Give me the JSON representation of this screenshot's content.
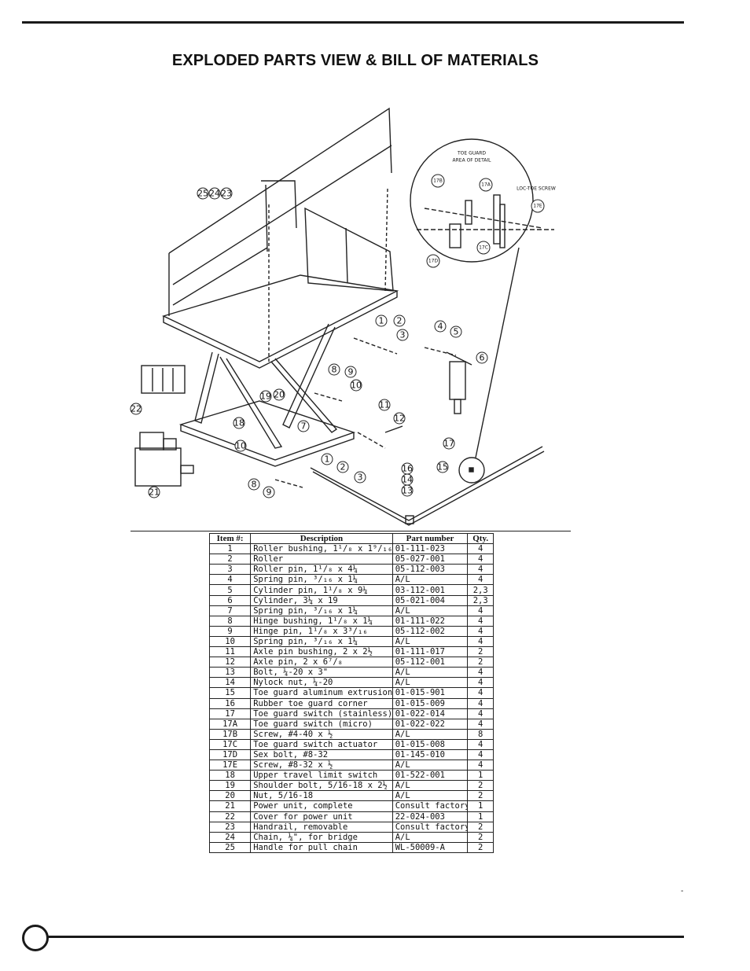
{
  "page": {
    "title": "EXPLODED PARTS VIEW & BILL OF MATERIALS",
    "footer_mark": "-"
  },
  "diagram": {
    "detail_title_line1": "TOE GUARD",
    "detail_title_line2": "AREA OF DETAIL",
    "detail_side_label": "LOC-TOE SCREW",
    "callouts": [
      "1",
      "2",
      "3",
      "4",
      "5",
      "6",
      "7",
      "8",
      "9",
      "10",
      "11",
      "12",
      "13",
      "14",
      "15",
      "16",
      "17",
      "18",
      "19",
      "20",
      "21",
      "22",
      "25",
      "24",
      "23",
      "17A",
      "17B",
      "17C",
      "17D",
      "17E"
    ]
  },
  "table": {
    "headers": {
      "item": "Item #:",
      "description": "Description",
      "part": "Part number",
      "qty": "Qty."
    },
    "rows": [
      {
        "item": "1",
        "description": "Roller bushing, 1¹/₈ x 1⁹/₁₆",
        "part": "01-111-023",
        "qty": "4"
      },
      {
        "item": "2",
        "description": "Roller",
        "part": "05-027-001",
        "qty": "4"
      },
      {
        "item": "3",
        "description": "Roller pin, 1¹/₈ x 4¼",
        "part": "05-112-003",
        "qty": "4"
      },
      {
        "item": "4",
        "description": "Spring pin, ³/₁₆ x 1¼",
        "part": "A/L",
        "qty": "4"
      },
      {
        "item": "5",
        "description": "Cylinder pin, 1¹/₈ x 9¼",
        "part": "03-112-001",
        "qty": "2,3"
      },
      {
        "item": "6",
        "description": "Cylinder, 3¼ x 19",
        "part": "05-021-004",
        "qty": "2,3"
      },
      {
        "item": "7",
        "description": "Spring pin, ³/₁₆ x 1¼",
        "part": "A/L",
        "qty": "4"
      },
      {
        "item": "8",
        "description": "Hinge bushing, 1¹/₈ x 1¼",
        "part": "01-111-022",
        "qty": "4"
      },
      {
        "item": "9",
        "description": "Hinge pin, 1¹/₈ x 3³/₁₆",
        "part": "05-112-002",
        "qty": "4"
      },
      {
        "item": "10",
        "description": "Spring pin, ³/₁₆ x 1¼",
        "part": "A/L",
        "qty": "4"
      },
      {
        "item": "11",
        "description": "Axle pin bushing, 2 x 2½",
        "part": "01-111-017",
        "qty": "2"
      },
      {
        "item": "12",
        "description": "Axle pin, 2 x 6⁷/₈",
        "part": "05-112-001",
        "qty": "2"
      },
      {
        "item": "13",
        "description": "Bolt, ¼-20 x 3\"",
        "part": "A/L",
        "qty": "4"
      },
      {
        "item": "14",
        "description": "Nylock nut, ¼-20",
        "part": "A/L",
        "qty": "4"
      },
      {
        "item": "15",
        "description": "Toe guard aluminum extrusion",
        "part": "01-015-901",
        "qty": "4"
      },
      {
        "item": "16",
        "description": "Rubber toe guard corner",
        "part": "01-015-009",
        "qty": "4"
      },
      {
        "item": "17",
        "description": "Toe guard switch (stainless)",
        "part": "01-022-014",
        "qty": "4"
      },
      {
        "item": "17A",
        "description": "Toe guard switch (micro)",
        "part": "01-022-022",
        "qty": "4"
      },
      {
        "item": "17B",
        "description": "Screw, #4-40 x ½",
        "part": "A/L",
        "qty": "8"
      },
      {
        "item": "17C",
        "description": "Toe guard switch actuator",
        "part": "01-015-008",
        "qty": "4"
      },
      {
        "item": "17D",
        "description": "Sex bolt, #8-32",
        "part": "01-145-010",
        "qty": "4"
      },
      {
        "item": "17E",
        "description": "Screw, #8-32 x ½",
        "part": "A/L",
        "qty": "4"
      },
      {
        "item": "18",
        "description": "Upper travel limit switch",
        "part": "01-522-001",
        "qty": "1"
      },
      {
        "item": "19",
        "description": "Shoulder bolt, 5/16-18 x 2½",
        "part": "A/L",
        "qty": "2"
      },
      {
        "item": "20",
        "description": "Nut, 5/16-18",
        "part": "A/L",
        "qty": "2"
      },
      {
        "item": "21",
        "description": "Power unit, complete",
        "part": "Consult factory",
        "qty": "1"
      },
      {
        "item": "22",
        "description": "Cover for power unit",
        "part": "22-024-003",
        "qty": "1"
      },
      {
        "item": "23",
        "description": "Handrail, removable",
        "part": "Consult factory",
        "qty": "2"
      },
      {
        "item": "24",
        "description": "Chain, ¼\", for bridge",
        "part": "A/L",
        "qty": "2"
      },
      {
        "item": "25",
        "description": "Handle for pull chain",
        "part": "WL-50009-A",
        "qty": "2"
      }
    ]
  }
}
